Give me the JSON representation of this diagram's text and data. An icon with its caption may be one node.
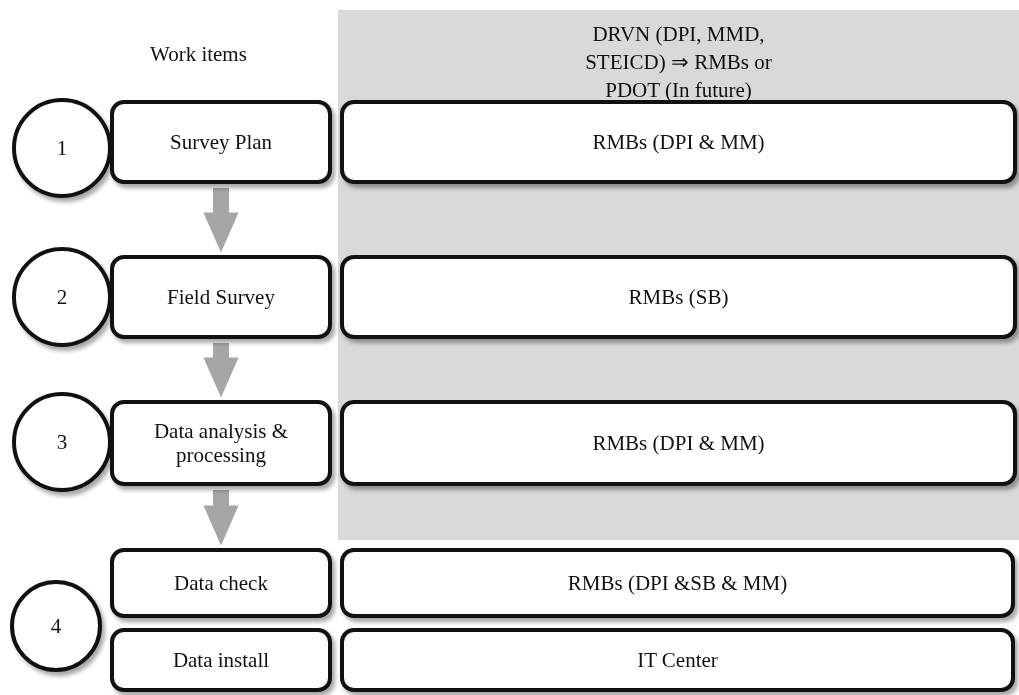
{
  "diagram": {
    "nodes": [
      {
        "text": [
          "DRVN (DPI, MMD, STEICD) ⇒ RMBs or PDOT (In future)"
        ]
      },
      {
        "text": [
          "1"
        ]
      },
      {
        "text": [
          "Survey Plan"
        ]
      },
      {
        "text": [
          "RMBs (DPI & MM)"
        ],
        "in": 0
      },
      {
        "text": [
          "2"
        ]
      },
      {
        "text": [
          "Field Survey"
        ]
      },
      {
        "text": [
          "RMBs (SB)"
        ],
        "in": 0
      },
      {
        "text": [
          "3"
        ]
      },
      {
        "text": [
          "Data analysis & processing"
        ]
      },
      {
        "text": [
          "RMBs (DPI & MM)"
        ],
        "in": 0
      },
      {
        "text": [
          "4"
        ]
      },
      {
        "text": [
          "Data check"
        ]
      },
      {
        "text": [
          "RMBs (DPI &SB & MM)"
        ]
      },
      {
        "text": [
          "Data install"
        ]
      },
      {
        "text": [
          "IT Center"
        ]
      }
    ],
    "edges": [
      {
        "from": 2,
        "to": 5,
        "arrow": "to"
      },
      {
        "from": 5,
        "to": 8,
        "arrow": "to"
      },
      {
        "from": 8,
        "to": 11,
        "arrow": "to"
      }
    ],
    "labels": [
      "Work items"
    ]
  }
}
